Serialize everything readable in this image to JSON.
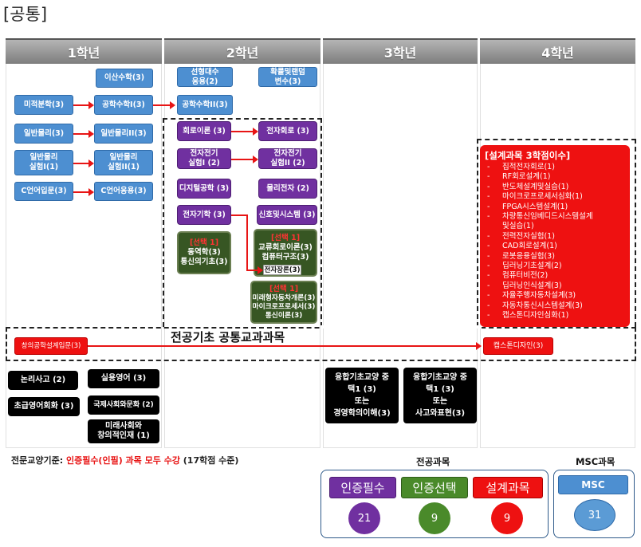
{
  "title": "[공통]",
  "grades": [
    "1학년",
    "2학년",
    "3학년",
    "4학년"
  ],
  "year1": {
    "discrete_math": "이산수학(3)",
    "calculus": "미적분학(3)",
    "eng_math1": "공학수학I(3)",
    "physics": "일반물리(3)",
    "physics2": "일반물리II(3)",
    "physics_lab": "일반물리\n실험I(1)",
    "physics_lab2": "일반물리\n실험II(1)",
    "c_intro": "C언어입문(3)",
    "c_app": "C언어응용(3)",
    "creative_design": "창의공학설계입문(3)",
    "logic": "논리사고 (2)",
    "practical_english": "실용영어 (3)",
    "basic_english": "초급영어회화 (3)",
    "intl_culture": "국제사회와문화 (2)",
    "future_society": "미래사회와\n창의적인재 (1)"
  },
  "year2": {
    "linear_algebra": "선형대수\n응용(2)",
    "probability": "확률및랜덤\n변수(3)",
    "eng_math2": "공학수학II(3)",
    "circuit_theory": "회로이론 (3)",
    "electronic_circuit": "전자회로 (3)",
    "em1": "전자전기\n실험I (2)",
    "em2": "전자전기\n실험II (2)",
    "digital_eng": "디지털공학 (3)",
    "physical_electronics": "물리전자 (2)",
    "electromagnetics": "전자기학 (3)",
    "signals_systems": "신호및시스템 (3)",
    "choice1_title": "[선택 1]",
    "choice1_body": "동역학(3)\n통신의기초(3)",
    "choice2_title": "[선택 1]",
    "choice2_body": "교류회로이론(3)\n컴퓨터구조(3)",
    "choice2_extra": "전자장론(3)",
    "choice3_title": "[선택 1]",
    "choice3_body": "미래형자동차개론(3)\n마이크로프로세서(3)\n통신이론(3)"
  },
  "year3": {
    "convergence1": "융합기초교양 중\n택1 (3)\n또는\n경영학의이해(3)",
    "convergence2": "융합기초교양 중\n택1 (3)\n또는\n사고와표현(3)"
  },
  "year4": {
    "design_header": "[설계과목 3학점이수]",
    "design_courses": [
      "집적전자회로(1)",
      "RF회로설계(1)",
      "반도체설계및실습(1)",
      "마이크로프로세서심화(1)",
      "FPGA시스템설계(1)",
      "차량통신임베디드시스템설계\n및실습(1)",
      "전력전자실험(1)",
      "CAD회로설계(1)",
      "로봇응용실험(3)",
      "딥러닝기초설계(2)",
      "컴퓨터비전(2)",
      "딥러닝인식설계(3)",
      "자율주행자동차설계(3)",
      "자동차통신시스템설계(3)",
      "캡스톤디자인심화(1)"
    ],
    "capstone": "캡스톤디자인(3)"
  },
  "common_label": "전공기초 공통교과과목",
  "legend": {
    "prefix": "전문교양기준: ",
    "highlight": "인증필수(인필) 과목 모두 수강",
    "suffix": " (17학점 수준)"
  },
  "summary": {
    "major_title": "전공과목",
    "msc_title": "MSC과목",
    "categories": [
      {
        "label": "인증필수",
        "count": "21",
        "color": "#7030a0"
      },
      {
        "label": "인증선택",
        "count": "9",
        "color": "#4a8a2a"
      },
      {
        "label": "설계과목",
        "count": "9",
        "color": "#ee1111"
      }
    ],
    "msc": {
      "label": "MSC",
      "count": "31",
      "color": "#4d8fd1"
    }
  }
}
